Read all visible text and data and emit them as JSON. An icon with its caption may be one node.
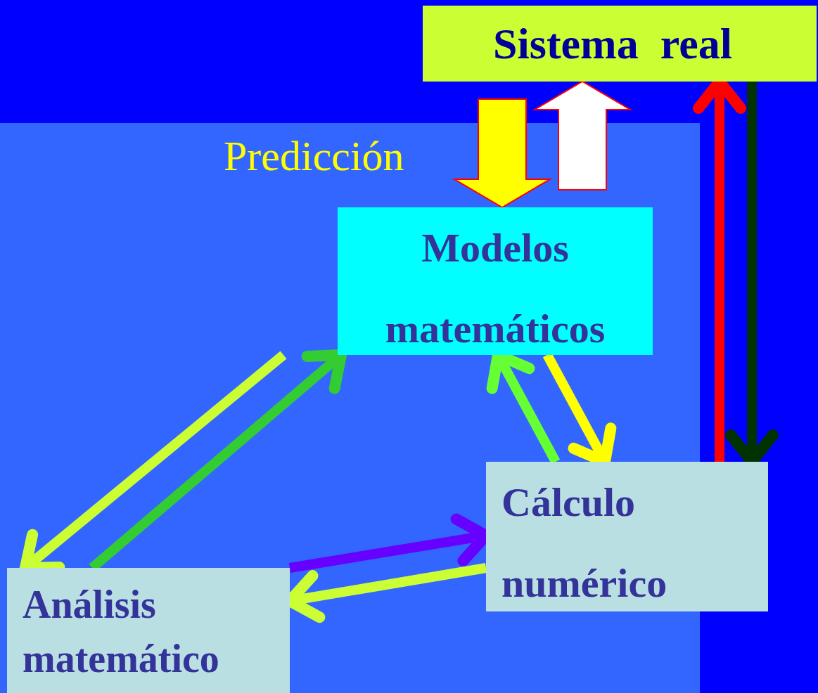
{
  "diagram": {
    "nodes": [
      {
        "text": [
          "Sistema  real"
        ]
      },
      {
        "text": [
          "Modelos matemáticos"
        ]
      },
      {
        "text": [
          "Cálculo numérico"
        ]
      },
      {
        "text": [
          "Análisis matemático"
        ]
      }
    ],
    "edges": [
      {
        "from": 0,
        "to": 1,
        "arrow": "to",
        "style": "thick",
        "color": "#ffff00"
      },
      {
        "from": 1,
        "to": 0,
        "arrow": "to",
        "style": "thick",
        "color": "#ffffff"
      },
      {
        "from": 2,
        "to": 0,
        "arrow": "to",
        "color": "#ff0000"
      },
      {
        "from": 0,
        "to": 2,
        "arrow": "to",
        "color": "#003300"
      },
      {
        "from": 1,
        "to": 2,
        "arrow": "to",
        "color": "#ffff00"
      },
      {
        "from": 2,
        "to": 1,
        "arrow": "to",
        "color": "#66ff33"
      },
      {
        "from": 1,
        "to": 3,
        "arrow": "to",
        "color": "#ccff33"
      },
      {
        "from": 3,
        "to": 1,
        "arrow": "to",
        "color": "#33cc33"
      },
      {
        "from": 3,
        "to": 2,
        "arrow": "to",
        "color": "#6600ff"
      },
      {
        "from": 2,
        "to": 3,
        "arrow": "to",
        "color": "#ccff33"
      }
    ],
    "labels": [
      "Predicción"
    ]
  }
}
